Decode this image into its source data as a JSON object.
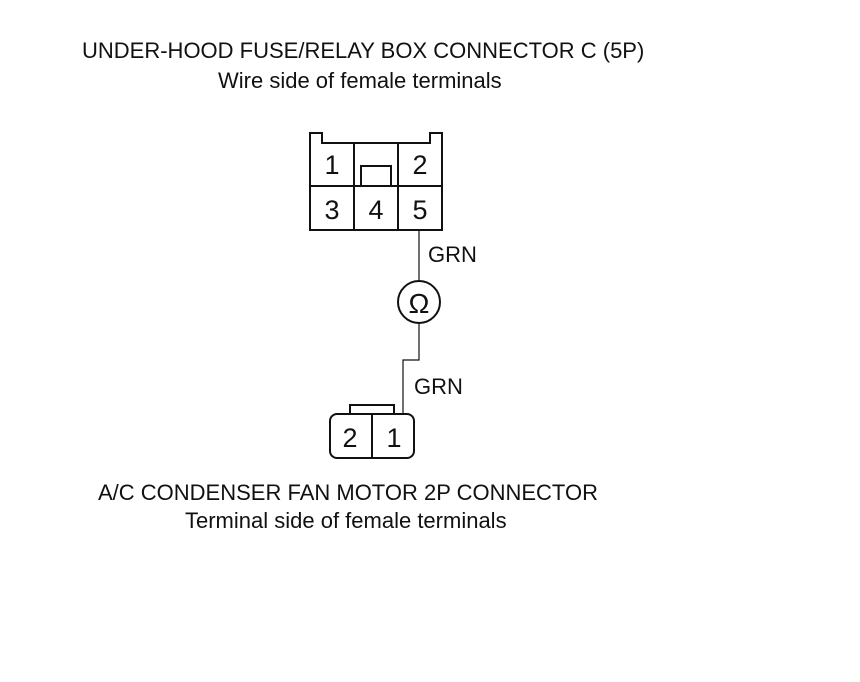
{
  "top_connector": {
    "title": "UNDER-HOOD FUSE/RELAY BOX CONNECTOR C (5P)",
    "subtitle": "Wire side of female terminals",
    "pins": [
      "1",
      "2",
      "3",
      "4",
      "5"
    ]
  },
  "wire_top_label": "GRN",
  "ohmmeter_symbol": "Ω",
  "wire_bottom_label": "GRN",
  "bottom_connector": {
    "title": "A/C CONDENSER FAN MOTOR 2P CONNECTOR",
    "subtitle": "Terminal side of female terminals",
    "pins": [
      "2",
      "1"
    ]
  }
}
